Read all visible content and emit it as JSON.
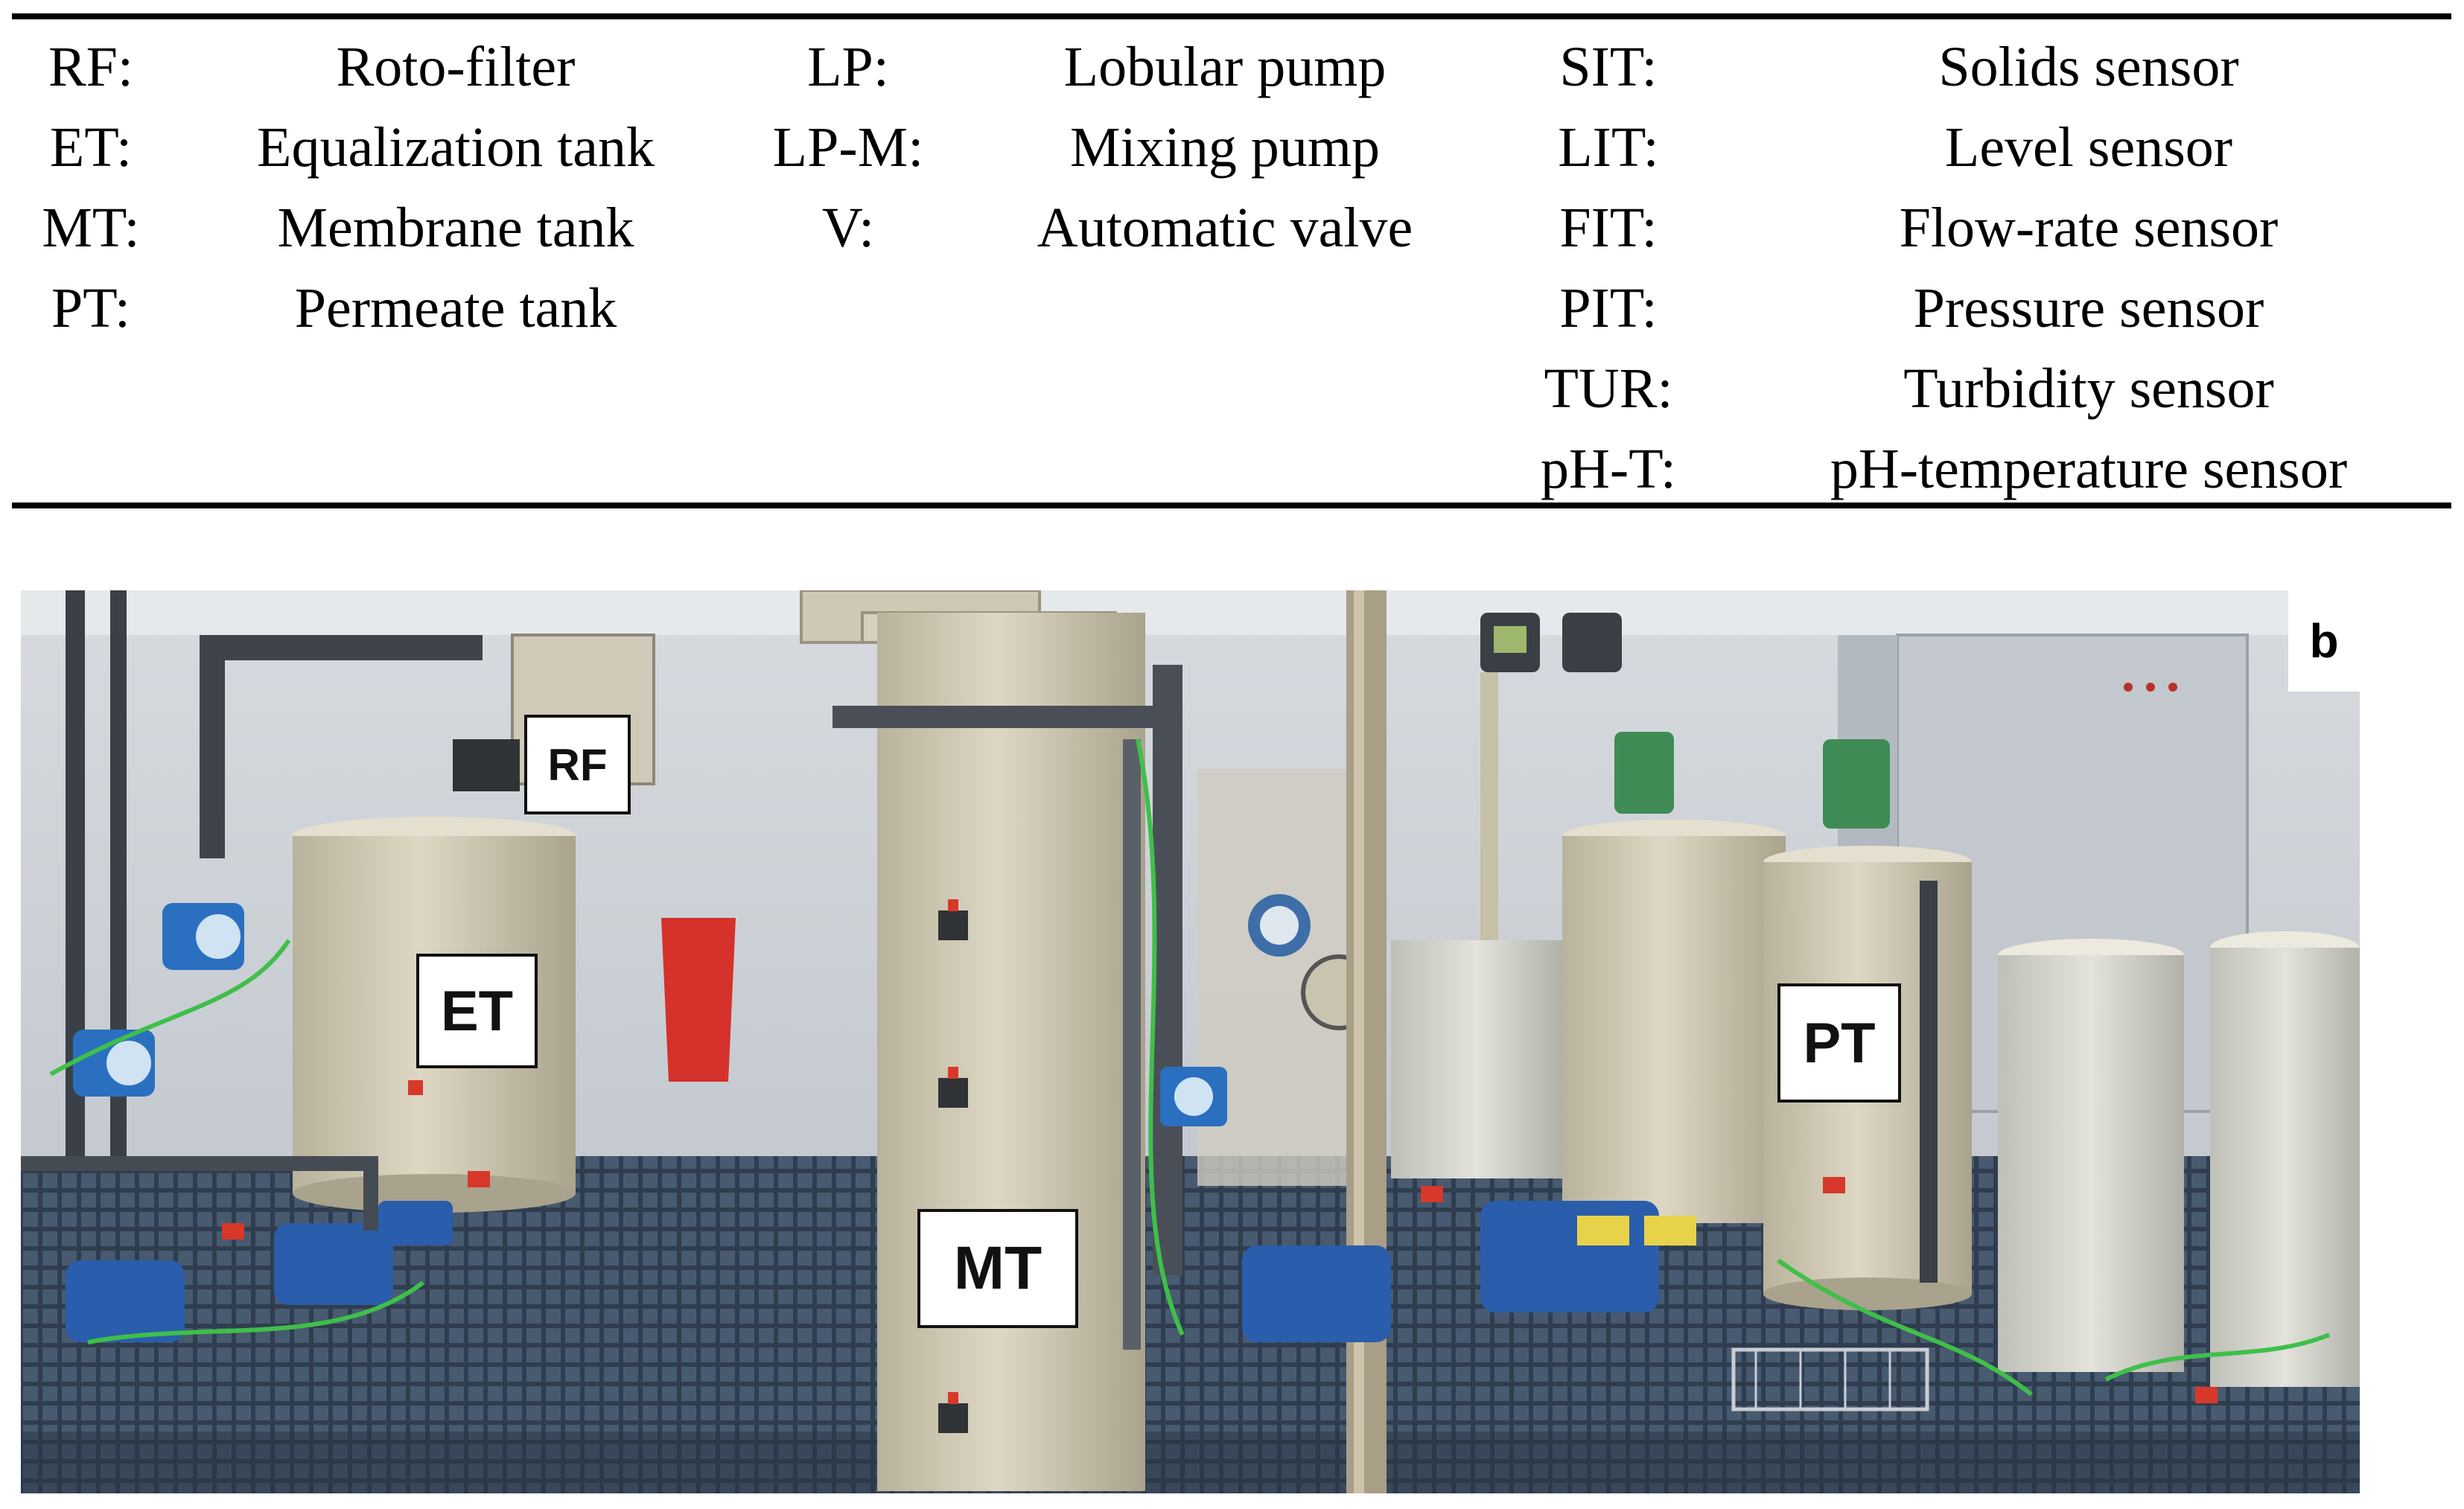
{
  "table": {
    "rows": [
      [
        "RF:",
        "Roto-filter",
        "LP:",
        "Lobular pump",
        "SIT:",
        "Solids sensor"
      ],
      [
        "ET:",
        "Equalization tank",
        "LP-M:",
        "Mixing pump",
        "LIT:",
        "Level sensor"
      ],
      [
        "MT:",
        "Membrane tank",
        "V:",
        "Automatic valve",
        "FIT:",
        "Flow-rate sensor"
      ],
      [
        "PT:",
        "Permeate tank",
        "",
        "",
        "PIT:",
        "Pressure sensor"
      ],
      [
        "",
        "",
        "",
        "",
        "TUR:",
        "Turbidity sensor"
      ],
      [
        "",
        "",
        "",
        "",
        "pH-T:",
        "pH-temperature sensor"
      ]
    ]
  },
  "photo": {
    "panel_letter": "b",
    "labels": {
      "rf": "RF",
      "et": "ET",
      "mt": "MT",
      "pt": "PT"
    },
    "colors": {
      "sky_wall": "#c9ced3",
      "tank_beige": "#cfc8b3",
      "floor_grid": "#3a4a5c",
      "pump_blue": "#2b5fae",
      "pipe_gray": "#4a4f57",
      "valve_red": "#d8382a",
      "cable_green": "#3fbf4a"
    }
  }
}
